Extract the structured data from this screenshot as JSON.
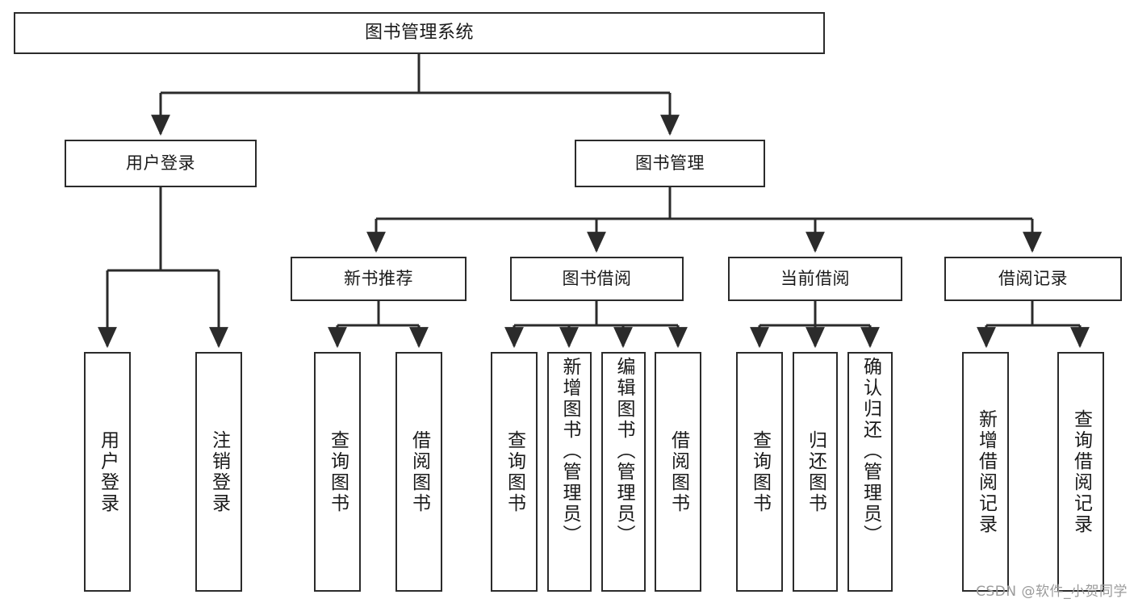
{
  "diagram": {
    "title": "图书管理系统",
    "type": "tree",
    "stroke_color": "#2b2b2b",
    "text_color": "#1a1a1a",
    "background_color": "#ffffff",
    "watermark": "CSDN @软件_小贺同学"
  },
  "nodes": {
    "root": {
      "label": "图书管理系统"
    },
    "level2": [
      {
        "label": "用户登录"
      },
      {
        "label": "图书管理"
      }
    ],
    "level3": [
      {
        "label": "新书推荐"
      },
      {
        "label": "图书借阅"
      },
      {
        "label": "当前借阅"
      },
      {
        "label": "借阅记录"
      }
    ],
    "leaves": {
      "user_login": [
        {
          "label": "用户登录"
        },
        {
          "label": "注销登录"
        }
      ],
      "new_book_recommend": [
        {
          "label": "查询图书"
        },
        {
          "label": "借阅图书"
        }
      ],
      "book_borrow": [
        {
          "label": "查询图书"
        },
        {
          "label": "新增图书（管理员）"
        },
        {
          "label": "编辑图书（管理员）"
        },
        {
          "label": "借阅图书"
        }
      ],
      "current_borrow": [
        {
          "label": "查询图书"
        },
        {
          "label": "归还图书"
        },
        {
          "label": "确认归还（管理员）"
        }
      ],
      "borrow_record": [
        {
          "label": "新增借阅记录"
        },
        {
          "label": "查询借阅记录"
        }
      ]
    }
  }
}
